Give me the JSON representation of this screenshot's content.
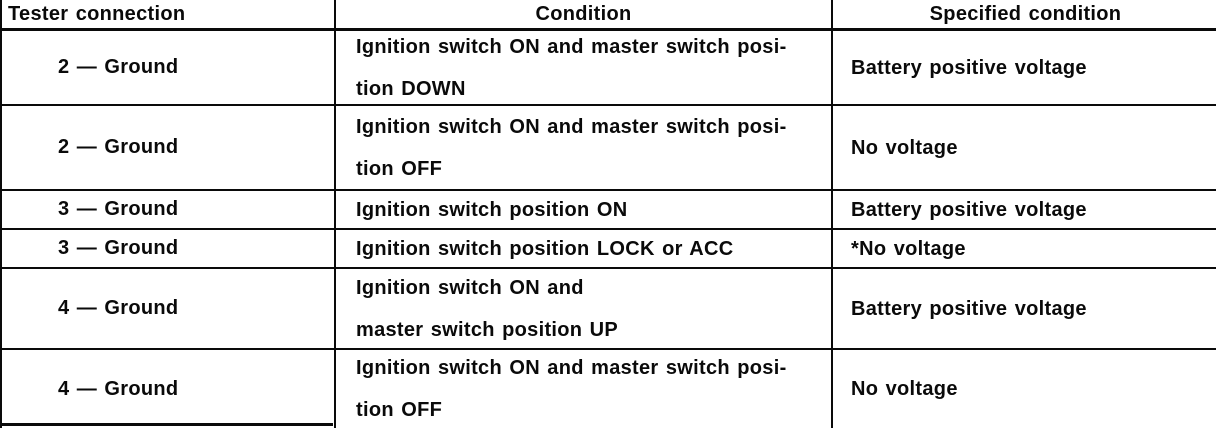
{
  "table": {
    "headers": [
      "Tester connection",
      "Condition",
      "Specified condition"
    ],
    "rows": [
      {
        "tester": "2 — Ground",
        "condition_lines": [
          "Ignition switch ON and master switch posi-",
          "tion DOWN"
        ],
        "specified": "Battery positive voltage"
      },
      {
        "tester": "2 — Ground",
        "condition_lines": [
          "Ignition switch ON and master switch posi-",
          "tion OFF"
        ],
        "specified": "No voltage"
      },
      {
        "tester": "3 — Ground",
        "condition_lines": [
          "Ignition switch position ON"
        ],
        "specified": "Battery positive voltage"
      },
      {
        "tester": "3 — Ground",
        "condition_lines": [
          "Ignition switch position LOCK or ACC"
        ],
        "specified": "*No voltage"
      },
      {
        "tester": "4 — Ground",
        "condition_lines": [
          "Ignition switch ON and",
          "master switch position UP"
        ],
        "specified": "Battery positive voltage"
      },
      {
        "tester": "4 — Ground",
        "condition_lines": [
          "Ignition switch ON and master switch posi-",
          "tion OFF"
        ],
        "specified": "No voltage"
      }
    ]
  },
  "colors": {
    "ink": "#0a0a0a",
    "paper": "#ffffff"
  }
}
